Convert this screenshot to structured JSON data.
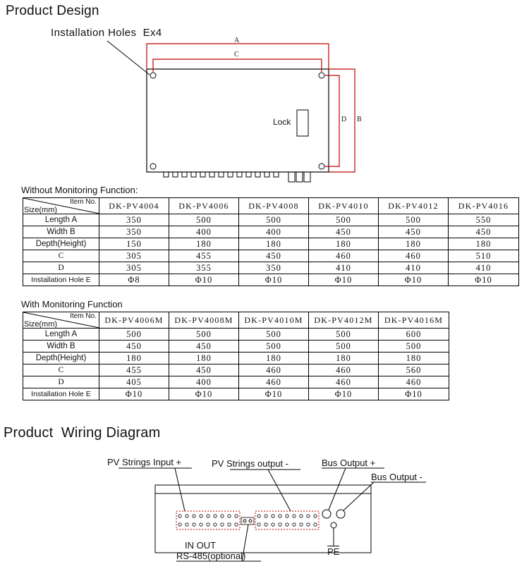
{
  "design": {
    "title": "Product Design",
    "holes_label": "Installation Holes",
    "holes_count": "Ex4",
    "lock_label": "Lock",
    "dim_a": "A",
    "dim_b": "B",
    "dim_c": "C",
    "dim_d": "D"
  },
  "table1": {
    "title": "Without Monitoring Function:",
    "corner_top": "Item No.",
    "corner_bottom": "Size(mm)",
    "columns": [
      "DK-PV4004",
      "DK-PV4006",
      "DK-PV4008",
      "DK-PV4010",
      "DK-PV4012",
      "DK-PV4016"
    ],
    "rows": [
      {
        "label": "Length A",
        "cells": [
          "350",
          "500",
          "500",
          "500",
          "500",
          "550"
        ]
      },
      {
        "label": "Width B",
        "cells": [
          "350",
          "400",
          "400",
          "450",
          "450",
          "450"
        ]
      },
      {
        "label": "Depth(Height)",
        "cells": [
          "150",
          "180",
          "180",
          "180",
          "180",
          "180"
        ]
      },
      {
        "label": "C",
        "cells": [
          "305",
          "455",
          "450",
          "460",
          "460",
          "510"
        ]
      },
      {
        "label": "D",
        "cells": [
          "305",
          "355",
          "350",
          "410",
          "410",
          "410"
        ]
      },
      {
        "label": "Installation Hole E",
        "cells": [
          "Φ8",
          "Φ10",
          "Φ10",
          "Φ10",
          "Φ10",
          "Φ10"
        ]
      }
    ]
  },
  "table2": {
    "title": "With Monitoring Function",
    "corner_top": "Item No.",
    "corner_bottom": "Size(mm)",
    "columns": [
      "DK-PV4006M",
      "DK-PV4008M",
      "DK-PV4010M",
      "DK-PV4012M",
      "DK-PV4016M"
    ],
    "rows": [
      {
        "label": "Length A",
        "cells": [
          "500",
          "500",
          "500",
          "500",
          "600"
        ]
      },
      {
        "label": "Width B",
        "cells": [
          "450",
          "450",
          "500",
          "500",
          "500"
        ]
      },
      {
        "label": "Depth(Height)",
        "cells": [
          "180",
          "180",
          "180",
          "180",
          "180"
        ]
      },
      {
        "label": "C",
        "cells": [
          "455",
          "450",
          "460",
          "460",
          "560"
        ]
      },
      {
        "label": "D",
        "cells": [
          "405",
          "400",
          "460",
          "460",
          "460"
        ]
      },
      {
        "label": "Installation Hole E",
        "cells": [
          "Φ10",
          "Φ10",
          "Φ10",
          "Φ10",
          "Φ10"
        ]
      }
    ]
  },
  "wiring": {
    "title": "Product  Wiring Diagram",
    "pv_input": "PV Strings Input +",
    "pv_output": "PV Strings output -",
    "bus_pos": "Bus Output +",
    "bus_neg": "Bus Output -",
    "in_out": "IN OUT",
    "rs485": "RS-485(optional)",
    "pe": "PE"
  }
}
